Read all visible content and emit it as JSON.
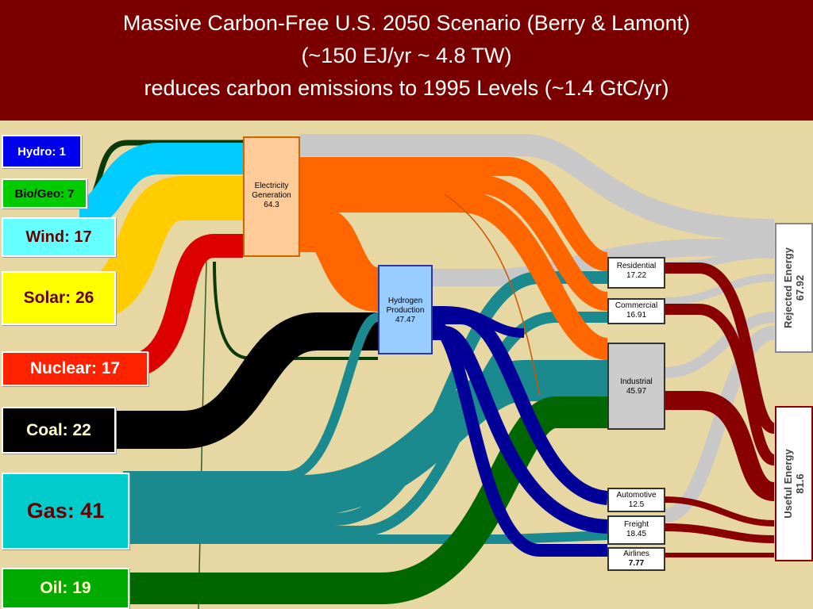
{
  "title": {
    "line1": "Massive Carbon-Free U.S. 2050 Scenario (Berry & Lamont)",
    "line2": "(~150 EJ/yr ~ 4.8 TW)",
    "line3": "reduces carbon emissions to 1995 Levels (~1.4 GtC/yr)"
  },
  "sources": [
    {
      "id": "hydro",
      "label": "Hydro: 1",
      "color": "#0000ee"
    },
    {
      "id": "biogeo",
      "label": "Bio/Geo: 7",
      "color": "#00cc00"
    },
    {
      "id": "wind",
      "label": "Wind: 17",
      "color": "#66ffff"
    },
    {
      "id": "solar",
      "label": "Solar: 26",
      "color": "#ffff00"
    },
    {
      "id": "nuclear",
      "label": "Nuclear: 17",
      "color": "#ff2200"
    },
    {
      "id": "coal",
      "label": "Coal: 22",
      "color": "#000000"
    },
    {
      "id": "gas",
      "label": "Gas: 41",
      "color": "#00cccc"
    },
    {
      "id": "oil",
      "label": "Oil: 19",
      "color": "#008800"
    }
  ],
  "nodes": {
    "electricity": {
      "name": "Electricity\nGeneration",
      "value": "64.3"
    },
    "hydrogen": {
      "name": "Hydrogen\nProduction",
      "value": "47.47"
    },
    "residential": {
      "name": "Residential",
      "value": "17.22"
    },
    "commercial": {
      "name": "Commercial",
      "value": "16.91"
    },
    "industrial": {
      "name": "Industrial",
      "value": "45.97"
    },
    "automotive": {
      "name": "Automotive",
      "value": "12.5"
    },
    "freight": {
      "name": "Freight",
      "value": "18.45"
    },
    "airlines": {
      "name": "Airlines",
      "value": "7.77"
    }
  },
  "rejected": {
    "label": "Rejected Energy",
    "value": "67.92"
  },
  "useful": {
    "label": "Useful Energy",
    "value": "81.6"
  },
  "colors": {
    "title_bg": "#7a0000",
    "background": "#e6d7a3",
    "electricity_flow": "#ff6600",
    "hydrogen_flow": "#000099",
    "gas_flow": "#1a8a8f",
    "oil_flow": "#006600",
    "useful_flow": "#880000",
    "rejected_flow": "#c8c8c8"
  }
}
